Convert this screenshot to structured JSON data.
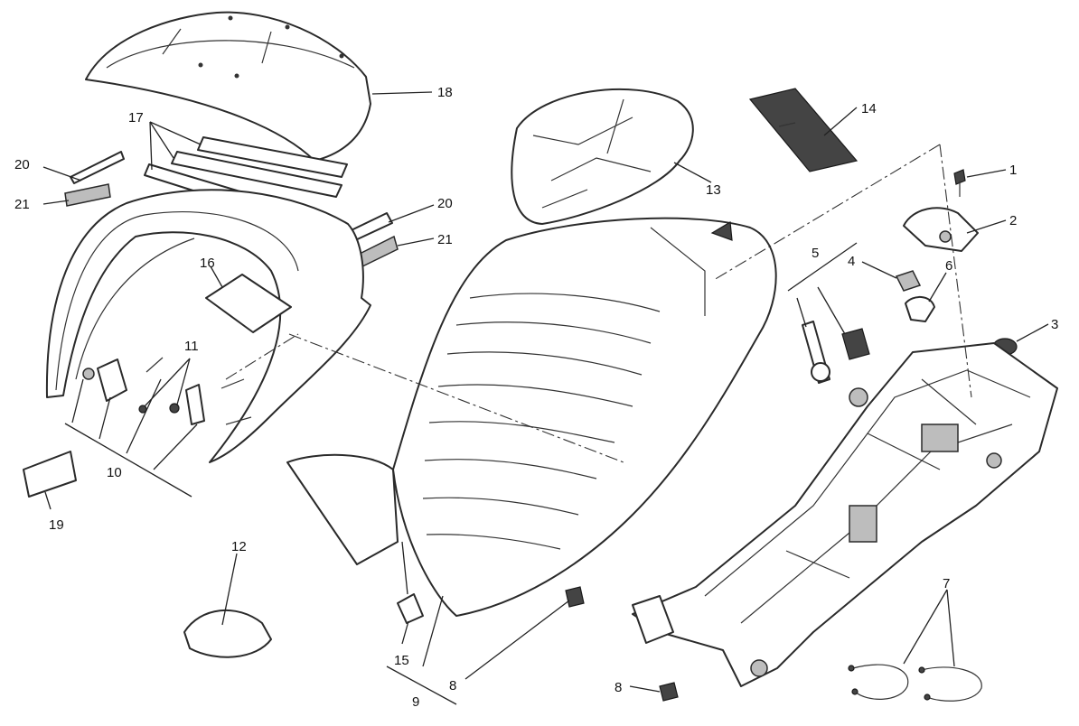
{
  "callouts": [
    {
      "key": "p1",
      "label": "1"
    },
    {
      "key": "p2",
      "label": "2"
    },
    {
      "key": "p3",
      "label": "3"
    },
    {
      "key": "p4",
      "label": "4"
    },
    {
      "key": "p5",
      "label": "5"
    },
    {
      "key": "p6",
      "label": "6"
    },
    {
      "key": "p7",
      "label": "7"
    },
    {
      "key": "p8a",
      "label": "8"
    },
    {
      "key": "p8b",
      "label": "8"
    },
    {
      "key": "p9",
      "label": "9"
    },
    {
      "key": "p10",
      "label": "10"
    },
    {
      "key": "p11",
      "label": "11"
    },
    {
      "key": "p12",
      "label": "12"
    },
    {
      "key": "p13",
      "label": "13"
    },
    {
      "key": "p14",
      "label": "14"
    },
    {
      "key": "p15",
      "label": "15"
    },
    {
      "key": "p16",
      "label": "16"
    },
    {
      "key": "p17",
      "label": "17"
    },
    {
      "key": "p18",
      "label": "18"
    },
    {
      "key": "p19",
      "label": "19"
    },
    {
      "key": "p20a",
      "label": "20"
    },
    {
      "key": "p20b",
      "label": "20"
    },
    {
      "key": "p21a",
      "label": "21"
    },
    {
      "key": "p21b",
      "label": "21"
    }
  ]
}
